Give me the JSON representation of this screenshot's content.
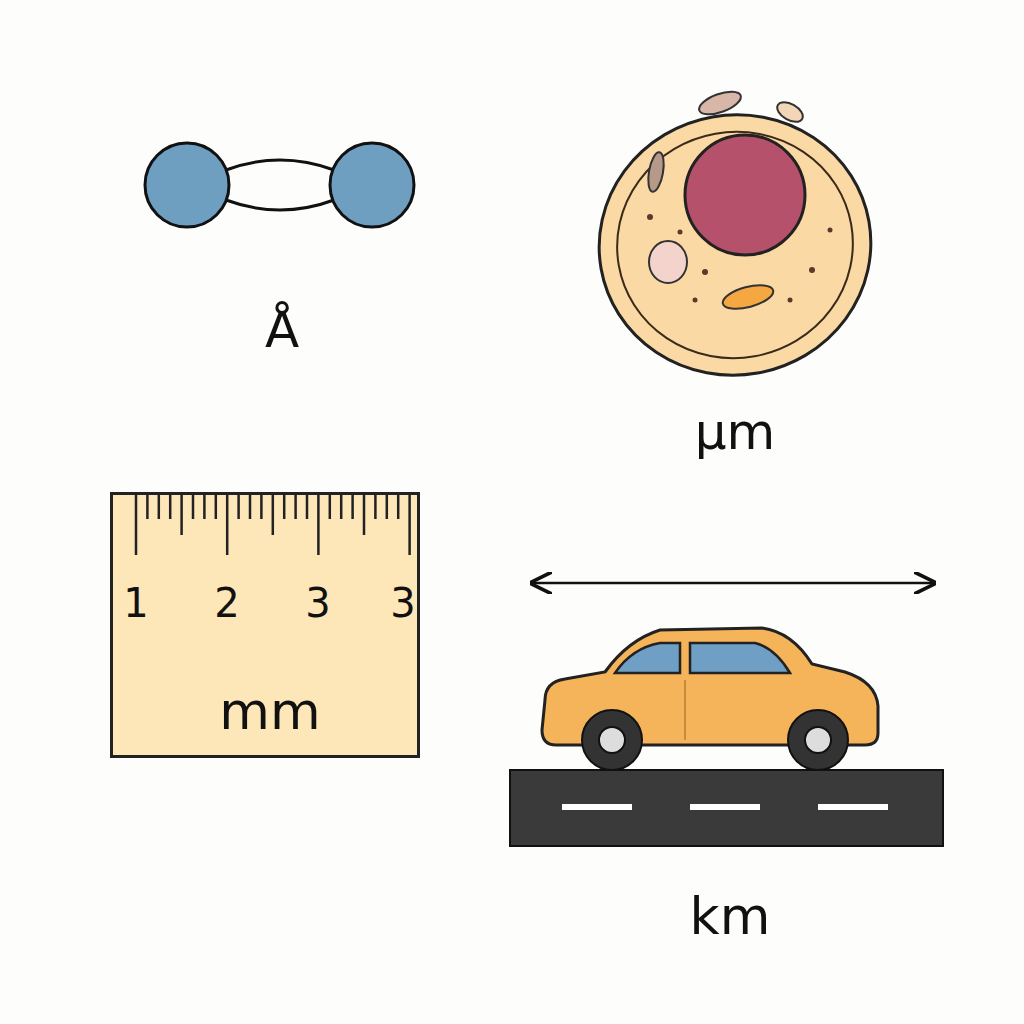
{
  "diagram": {
    "nodes": [
      {
        "text": [
          "1",
          "2",
          "3",
          "3",
          "mm"
        ]
      }
    ],
    "labels": [
      "Å",
      "µm",
      "km"
    ]
  }
}
